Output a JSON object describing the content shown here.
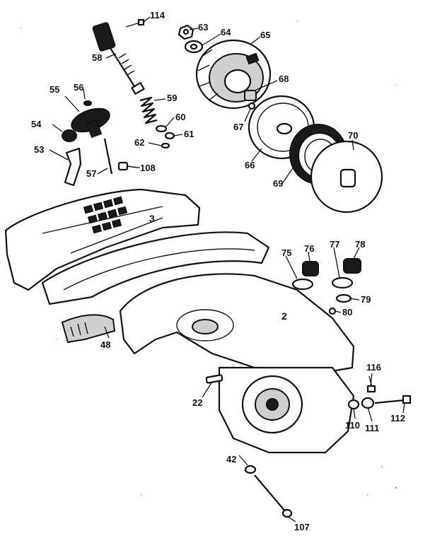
{
  "callouts": {
    "c114": "114",
    "c63": "63",
    "c64": "64",
    "c65": "65",
    "c58": "58",
    "c68": "68",
    "c55": "55",
    "c56": "56",
    "c59": "59",
    "c60": "60",
    "c54": "54",
    "c67": "67",
    "c61": "61",
    "c62": "62",
    "c70": "70",
    "c53": "53",
    "c66": "66",
    "c57": "57",
    "c108": "108",
    "c69": "69",
    "c3": "3",
    "c75": "75",
    "c76": "76",
    "c77": "77",
    "c78": "78",
    "c79": "79",
    "c80": "80",
    "c2": "2",
    "c48": "48",
    "c116": "116",
    "c22": "22",
    "c110": "110",
    "c111": "111",
    "c112": "112",
    "c42": "42",
    "c107": "107"
  }
}
